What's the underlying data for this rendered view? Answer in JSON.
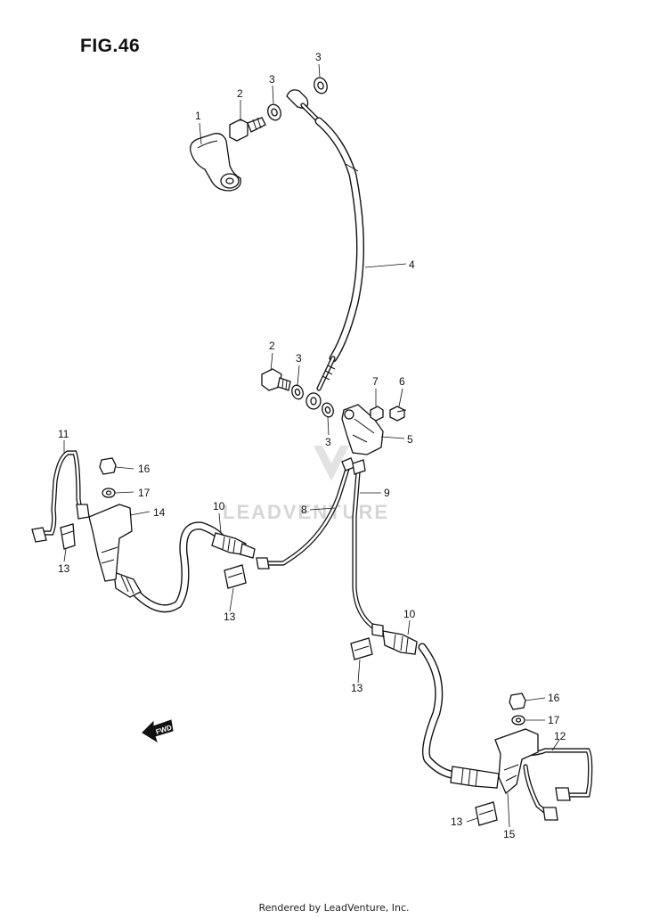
{
  "title": "FIG.46",
  "footer": "Rendered by LeadVenture, Inc.",
  "watermark": "LEADVENTURE",
  "fwd_label": "FWD",
  "callouts": [
    {
      "id": "c1",
      "text": "1"
    },
    {
      "id": "c2a",
      "text": "2"
    },
    {
      "id": "c3a",
      "text": "3"
    },
    {
      "id": "c3b",
      "text": "3"
    },
    {
      "id": "c4",
      "text": "4"
    },
    {
      "id": "c2b",
      "text": "2"
    },
    {
      "id": "c3c",
      "text": "3"
    },
    {
      "id": "c7",
      "text": "7"
    },
    {
      "id": "c6",
      "text": "6"
    },
    {
      "id": "c3d",
      "text": "3"
    },
    {
      "id": "c5",
      "text": "5"
    },
    {
      "id": "c11",
      "text": "11"
    },
    {
      "id": "c16a",
      "text": "16"
    },
    {
      "id": "c17a",
      "text": "17"
    },
    {
      "id": "c14",
      "text": "14"
    },
    {
      "id": "c10a",
      "text": "10"
    },
    {
      "id": "c8",
      "text": "8"
    },
    {
      "id": "c9",
      "text": "9"
    },
    {
      "id": "c13a",
      "text": "13"
    },
    {
      "id": "c13b",
      "text": "13"
    },
    {
      "id": "c10b",
      "text": "10"
    },
    {
      "id": "c13c",
      "text": "13"
    },
    {
      "id": "c16b",
      "text": "16"
    },
    {
      "id": "c17b",
      "text": "17"
    },
    {
      "id": "c12",
      "text": "12"
    },
    {
      "id": "c13d",
      "text": "13"
    },
    {
      "id": "c15",
      "text": "15"
    }
  ]
}
